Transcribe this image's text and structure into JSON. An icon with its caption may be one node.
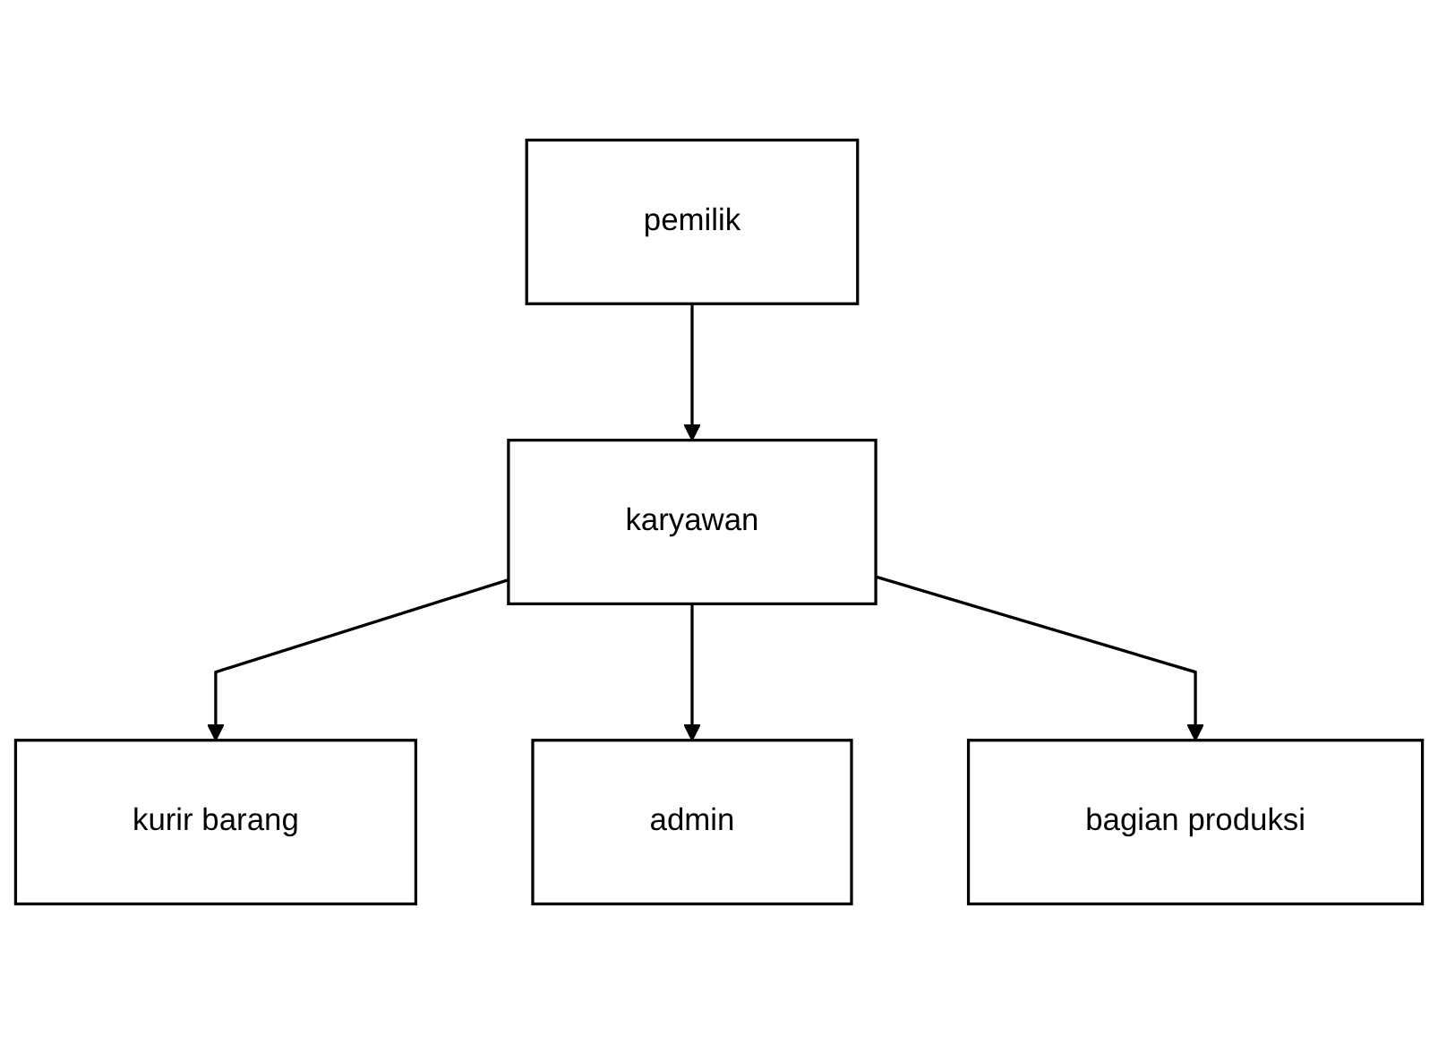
{
  "diagram": {
    "nodes": [
      {
        "text": [
          "pemilik"
        ]
      },
      {
        "text": [
          "karyawan"
        ]
      },
      {
        "text": [
          "kurir barang"
        ]
      },
      {
        "text": [
          "admin"
        ]
      },
      {
        "text": [
          "bagian produksi"
        ]
      }
    ],
    "edges": [
      {
        "from": 0,
        "to": 1,
        "arrow": "to"
      },
      {
        "from": 1,
        "to": 2,
        "arrow": "to"
      },
      {
        "from": 1,
        "to": 3,
        "arrow": "to"
      },
      {
        "from": 1,
        "to": 4,
        "arrow": "to"
      }
    ]
  }
}
